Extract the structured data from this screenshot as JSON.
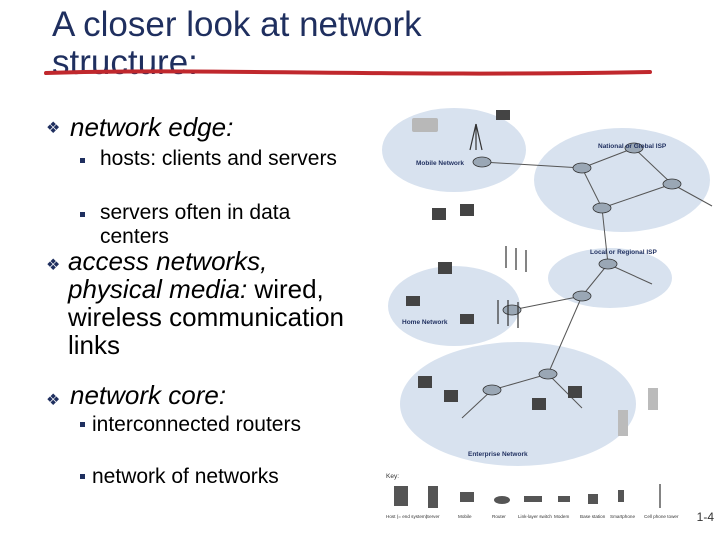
{
  "slide": {
    "title": "A closer look at network structure:",
    "bullets": {
      "edge": {
        "label_italic": "network edge:",
        "subs": [
          "hosts: clients and servers",
          "servers often in data centers"
        ]
      },
      "access": {
        "italic_a": "access networks,",
        "italic_b": "physical media:",
        "rest": " wired, wireless communication links"
      },
      "core": {
        "label_italic": "network core:",
        "subs": [
          "interconnected routers",
          "network of networks"
        ]
      }
    },
    "page_number": "1-4"
  },
  "diagram": {
    "clouds": {
      "mobile": "Mobile Network",
      "global_isp": "National or Global ISP",
      "regional_isp": "Local or Regional ISP",
      "home": "Home Network",
      "enterprise": "Enterprise Network"
    },
    "key": {
      "title": "Key:",
      "items": [
        "Host (= end system)",
        "Server",
        "Mobile",
        "Router",
        "Link-layer switch",
        "Modem",
        "Base station",
        "Smartphone",
        "Cell phone tower"
      ]
    }
  },
  "colors": {
    "title": "#1f2f5f",
    "rule": "#c0282d",
    "cloud": "#d8e2ef"
  }
}
